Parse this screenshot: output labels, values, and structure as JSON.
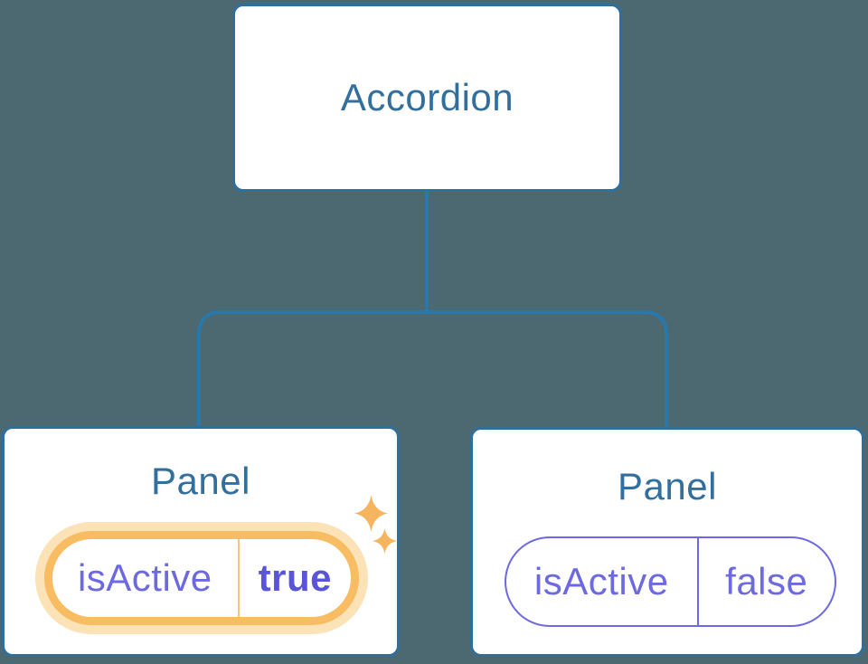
{
  "diagram": {
    "description": "Component tree: Accordion parent with two Panel children holding isActive state",
    "root": {
      "label": "Accordion"
    },
    "panels": [
      {
        "title": "Panel",
        "state_name": "isActive",
        "state_value": "true",
        "active": true
      },
      {
        "title": "Panel",
        "state_name": "isActive",
        "state_value": "false",
        "active": false
      }
    ]
  },
  "icons": [
    {
      "name": "sparkle-icon",
      "meaning": "state just activated highlight",
      "color": "#F5B55F"
    }
  ],
  "colors": {
    "background": "#4C6972",
    "node_fill": "#FFFFFF",
    "node_border": "#2F6F9D",
    "connector": "#2878AC",
    "heading_text": "#336F9D",
    "state_text": "#6D69E1",
    "active_value_text": "#5A55D8",
    "active_ring": "#F8BC62",
    "active_halo": "#FBE2B7",
    "active_divider": "#F6C57E",
    "sparkle": "#F5B55F"
  }
}
